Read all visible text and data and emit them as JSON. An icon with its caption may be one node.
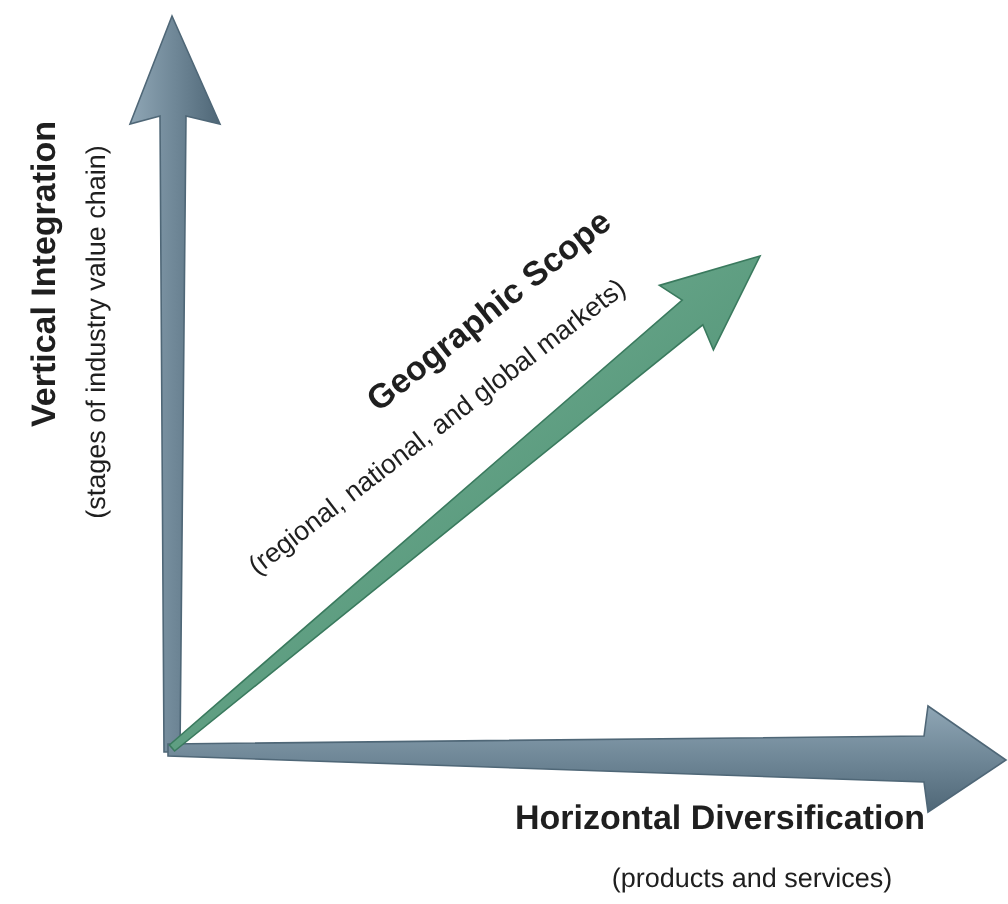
{
  "diagram": {
    "labels": [
      "Vertical Integration",
      "(stages of industry value chain)",
      "Geographic Scope",
      "(regional, national, and global markets)",
      "Horizontal Diversification",
      "(products and services)"
    ]
  }
}
